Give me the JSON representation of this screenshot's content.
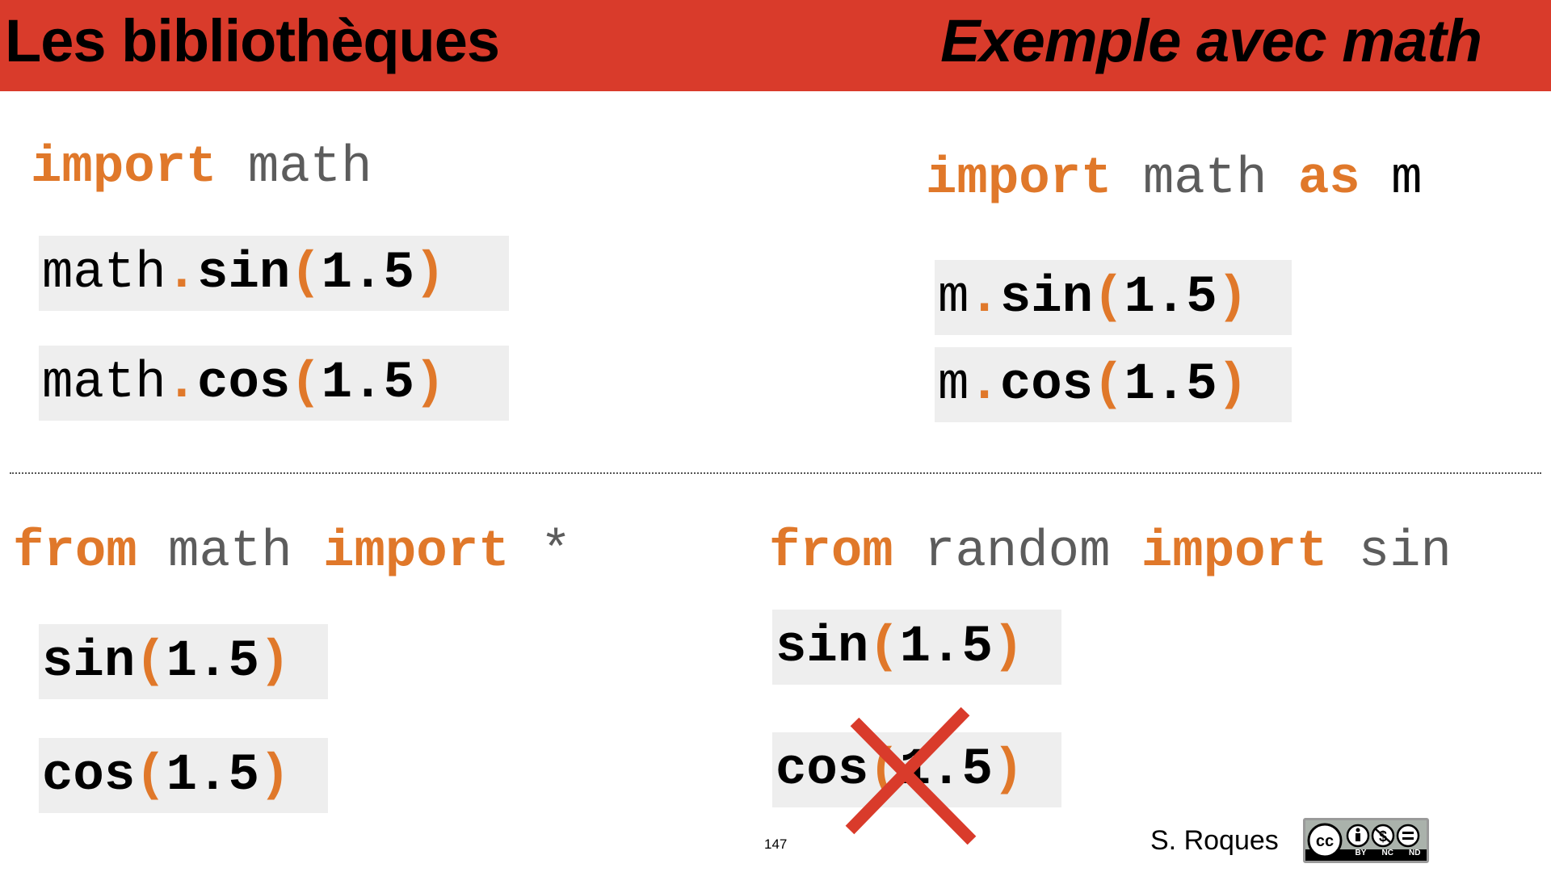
{
  "header": {
    "title_left": "Les bibliothèques",
    "title_right": "Exemple avec math"
  },
  "colors": {
    "header_bg": "#d93b2b",
    "keyword": "#e0782a",
    "module": "#5c5c5c",
    "code_box_bg": "#eeeeee",
    "cross": "#d93b2b"
  },
  "top_left": {
    "import_kw": "import",
    "module": "math",
    "lines": [
      {
        "prefix": "math",
        "dot": ".",
        "func": "sin",
        "open": "(",
        "arg": "1.5",
        "close": ")"
      },
      {
        "prefix": "math",
        "dot": ".",
        "func": "cos",
        "open": "(",
        "arg": "1.5",
        "close": ")"
      }
    ]
  },
  "top_right": {
    "import_kw": "import",
    "module": "math",
    "as_kw": "as",
    "alias": "m",
    "lines": [
      {
        "prefix": "m",
        "dot": ".",
        "func": "sin",
        "open": "(",
        "arg": "1.5",
        "close": ")"
      },
      {
        "prefix": "m",
        "dot": ".",
        "func": "cos",
        "open": "(",
        "arg": "1.5",
        "close": ")"
      }
    ]
  },
  "bottom_left": {
    "from_kw": "from",
    "module": "math",
    "import_kw": "import",
    "target": "*",
    "lines": [
      {
        "func": "sin",
        "open": "(",
        "arg": "1.5",
        "close": ")"
      },
      {
        "func": "cos",
        "open": "(",
        "arg": "1.5",
        "close": ")"
      }
    ]
  },
  "bottom_right": {
    "from_kw": "from",
    "module": "random",
    "import_kw": "import",
    "target": "sin",
    "lines": [
      {
        "func": "sin",
        "open": "(",
        "arg": "1.5",
        "close": ")"
      },
      {
        "func": "cos",
        "open": "(",
        "arg": "1.5",
        "close": ")",
        "crossed_out": true
      }
    ]
  },
  "footer": {
    "page_number": "147",
    "author": "S. Roques",
    "license_icon": "cc-by-nc-nd-icon",
    "license_labels": [
      "BY",
      "NC",
      "ND"
    ]
  }
}
